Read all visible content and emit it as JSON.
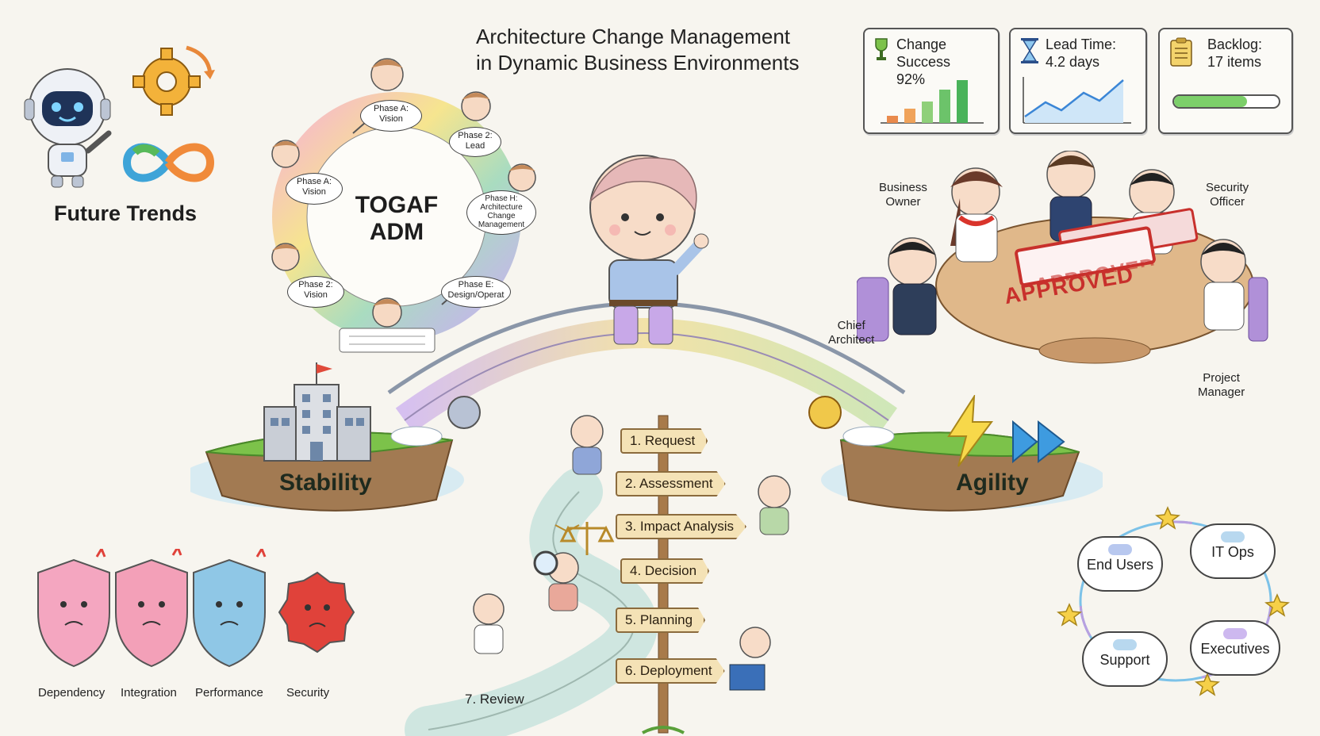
{
  "title": {
    "line1": "Architecture Change Management",
    "line2": "in Dynamic Business Environments"
  },
  "metrics": {
    "change_success": {
      "label": "Change Success",
      "value": "92%",
      "bars": [
        0.15,
        0.3,
        0.45,
        0.7,
        0.9
      ],
      "icon": "trophy-icon"
    },
    "lead_time": {
      "label": "Lead Time:",
      "value": "4.2 days",
      "icon": "hourglass-icon"
    },
    "backlog": {
      "label": "Backlog:",
      "value": "17 items",
      "progress": 0.7,
      "icon": "clipboard-icon"
    }
  },
  "future_trends": {
    "label": "Future Trends",
    "icons": [
      "robot-icon",
      "gear-icon",
      "infinity-icon"
    ]
  },
  "togaf": {
    "center_line1": "TOGAF",
    "center_line2": "ADM",
    "phases": [
      {
        "label": "Phase A:\nVision"
      },
      {
        "label": "Phase 2:\nLead"
      },
      {
        "label": "Phase H:\nArchitecture\nChange\nManagement"
      },
      {
        "label": "Phase E:\nDesign/Operat"
      },
      {
        "label": "Phase 2:\nVision"
      },
      {
        "label": "Phase A:\nVision"
      }
    ]
  },
  "islands": {
    "stability": "Stability",
    "agility": "Agility"
  },
  "process_steps": [
    "1. Request",
    "2. Assessment",
    "3. Impact Analysis",
    "4. Decision",
    "5. Planning",
    "6. Deployment",
    "7. Review"
  ],
  "board": {
    "roles": {
      "business_owner": "Business\nOwner",
      "security_officer": "Security\nOfficer",
      "chief_architect": "Chief\nArchitect",
      "project_manager": "Project\nManager"
    },
    "stamp": "APPROVED",
    "stamp_back": "APPROVED"
  },
  "risks": [
    "Dependency",
    "Integration",
    "Performance",
    "Security"
  ],
  "stakeholders": [
    "End Users",
    "IT Ops",
    "Support",
    "Executives"
  ],
  "colors": {
    "background": "#f7f5ef",
    "sign": "#f4e2b6",
    "stamp": "#c8302c",
    "grass": "#7cc24a",
    "water": "#bfe3ee"
  }
}
